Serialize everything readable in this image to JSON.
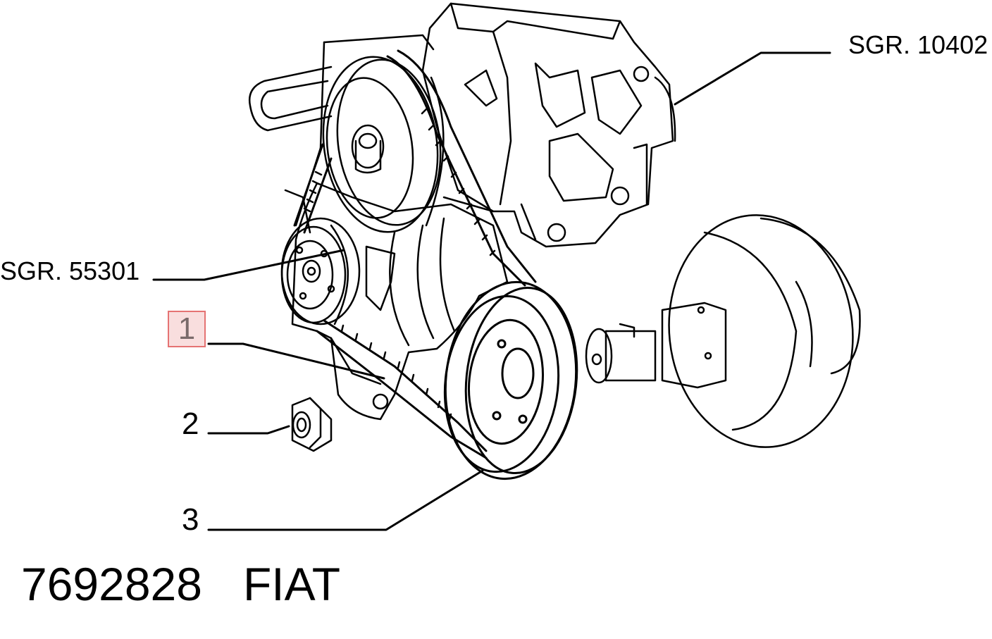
{
  "labels": {
    "sgr_top": "SGR. 10402",
    "sgr_left": "SGR. 55301"
  },
  "callouts": {
    "one": "1",
    "two": "2",
    "three": "3"
  },
  "footer": {
    "part_number": "7692828",
    "brand": "FIAT"
  },
  "colors": {
    "highlight_fill": "#f9dede",
    "highlight_border": "#e57373",
    "line": "#000000"
  }
}
